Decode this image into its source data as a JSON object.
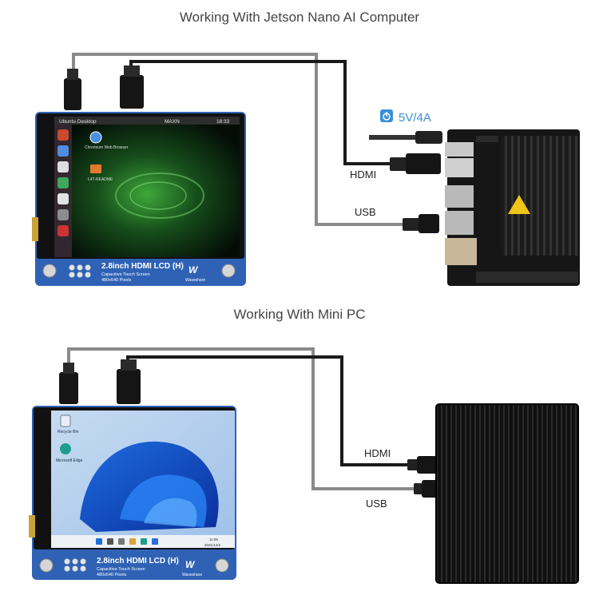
{
  "section1": {
    "title": "Working With Jetson Nano AI Computer",
    "power_label": "5V/4A",
    "hdmi_label": "HDMI",
    "usb_label": "USB",
    "screen_title": "Ubuntu Desktop",
    "screen_status": "MAXN",
    "screen_clock": "18:33",
    "desktop_icon_label": "Chromium Web Browser",
    "desktop_file_label": "L4T-README",
    "lcd_title": "2.8inch HDMI LCD (H)",
    "lcd_subtitle": "Capacitive Touch Screen",
    "lcd_pixels": "480x640 Pixels",
    "brand": "Waveshare"
  },
  "section2": {
    "title": "Working With Mini PC",
    "hdmi_label": "HDMI",
    "usb_label": "USB",
    "desktop_icon1": "Recycle Bin",
    "desktop_icon2": "Microsoft Edge",
    "screen_clock": "11:05",
    "screen_date": "2021/12/2",
    "lcd_title": "2.8inch HDMI LCD (H)",
    "lcd_subtitle": "Capacitive Touch Screen",
    "lcd_pixels": "480x640 Pixels",
    "brand": "Waveshare"
  },
  "colors": {
    "board_blue": "#2f62b5",
    "power_icon": "#3a8fd6",
    "cable_black": "#1a1a1a",
    "cable_gray": "#8a8a8a"
  }
}
